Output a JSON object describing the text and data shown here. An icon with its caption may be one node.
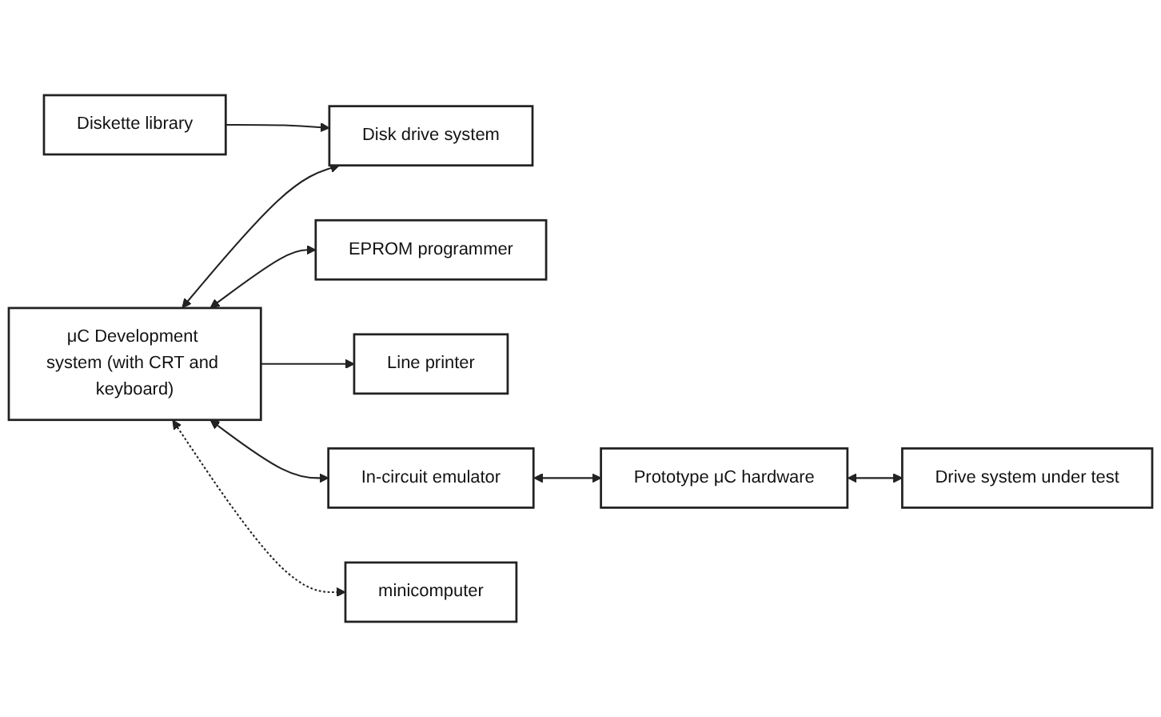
{
  "diagram": {
    "nodes": [
      {
        "text": [
          "Diskette library"
        ]
      },
      {
        "text": [
          "Disk drive system"
        ]
      },
      {
        "text": [
          "EPROM programmer"
        ]
      },
      {
        "text": [
          "Line printer"
        ]
      },
      {
        "text": [
          "μC Development system (with CRT and keyboard)"
        ]
      },
      {
        "text": [
          "In-circuit emulator"
        ]
      },
      {
        "text": [
          "Prototype μC hardware"
        ]
      },
      {
        "text": [
          "Drive system under test"
        ]
      },
      {
        "text": [
          "minicomputer"
        ]
      }
    ],
    "edges": [
      {
        "from": 0,
        "to": 1,
        "arrow": "to"
      },
      {
        "from": 4,
        "to": 1,
        "arrow": "both"
      },
      {
        "from": 4,
        "to": 2,
        "arrow": "both"
      },
      {
        "from": 4,
        "to": 3,
        "arrow": "to"
      },
      {
        "from": 4,
        "to": 5,
        "arrow": "both"
      },
      {
        "from": 5,
        "to": 6,
        "arrow": "both"
      },
      {
        "from": 6,
        "to": 7,
        "arrow": "both"
      },
      {
        "from": 4,
        "to": 8,
        "arrow": "both",
        "style": "dashed"
      }
    ]
  }
}
